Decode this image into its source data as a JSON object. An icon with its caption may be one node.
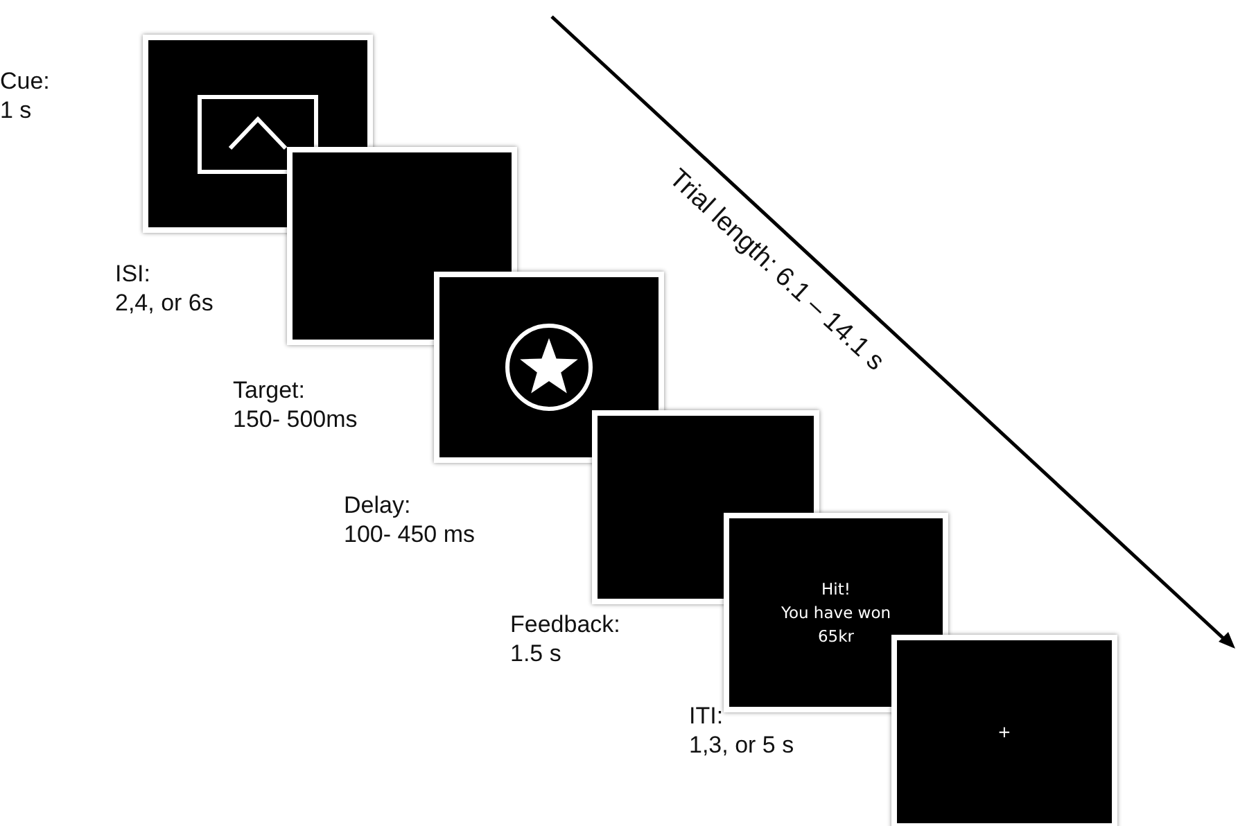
{
  "diagram": {
    "nodes": [
      {
        "text": [],
        "shape": "box",
        "beside": [
          "Cue:",
          "1 s"
        ]
      },
      {
        "text": [],
        "shape": "box",
        "beside": [
          "ISI:",
          "2,4, or 6s"
        ]
      },
      {
        "text": [],
        "shape": "box",
        "beside": [
          "Target:",
          "150- 500ms"
        ]
      },
      {
        "text": [],
        "shape": "box",
        "beside": [
          "Delay:",
          "100- 450 ms"
        ]
      },
      {
        "text": [
          "Hit!",
          "You have won 65kr"
        ],
        "beside": [
          "Feedback:",
          "1.5 s"
        ]
      },
      {
        "text": [
          "+"
        ],
        "beside": [
          "ITI:",
          "1,3, or 5 s"
        ]
      }
    ],
    "labels": [
      "Trial length: 6.1 – 14.1 s"
    ]
  }
}
